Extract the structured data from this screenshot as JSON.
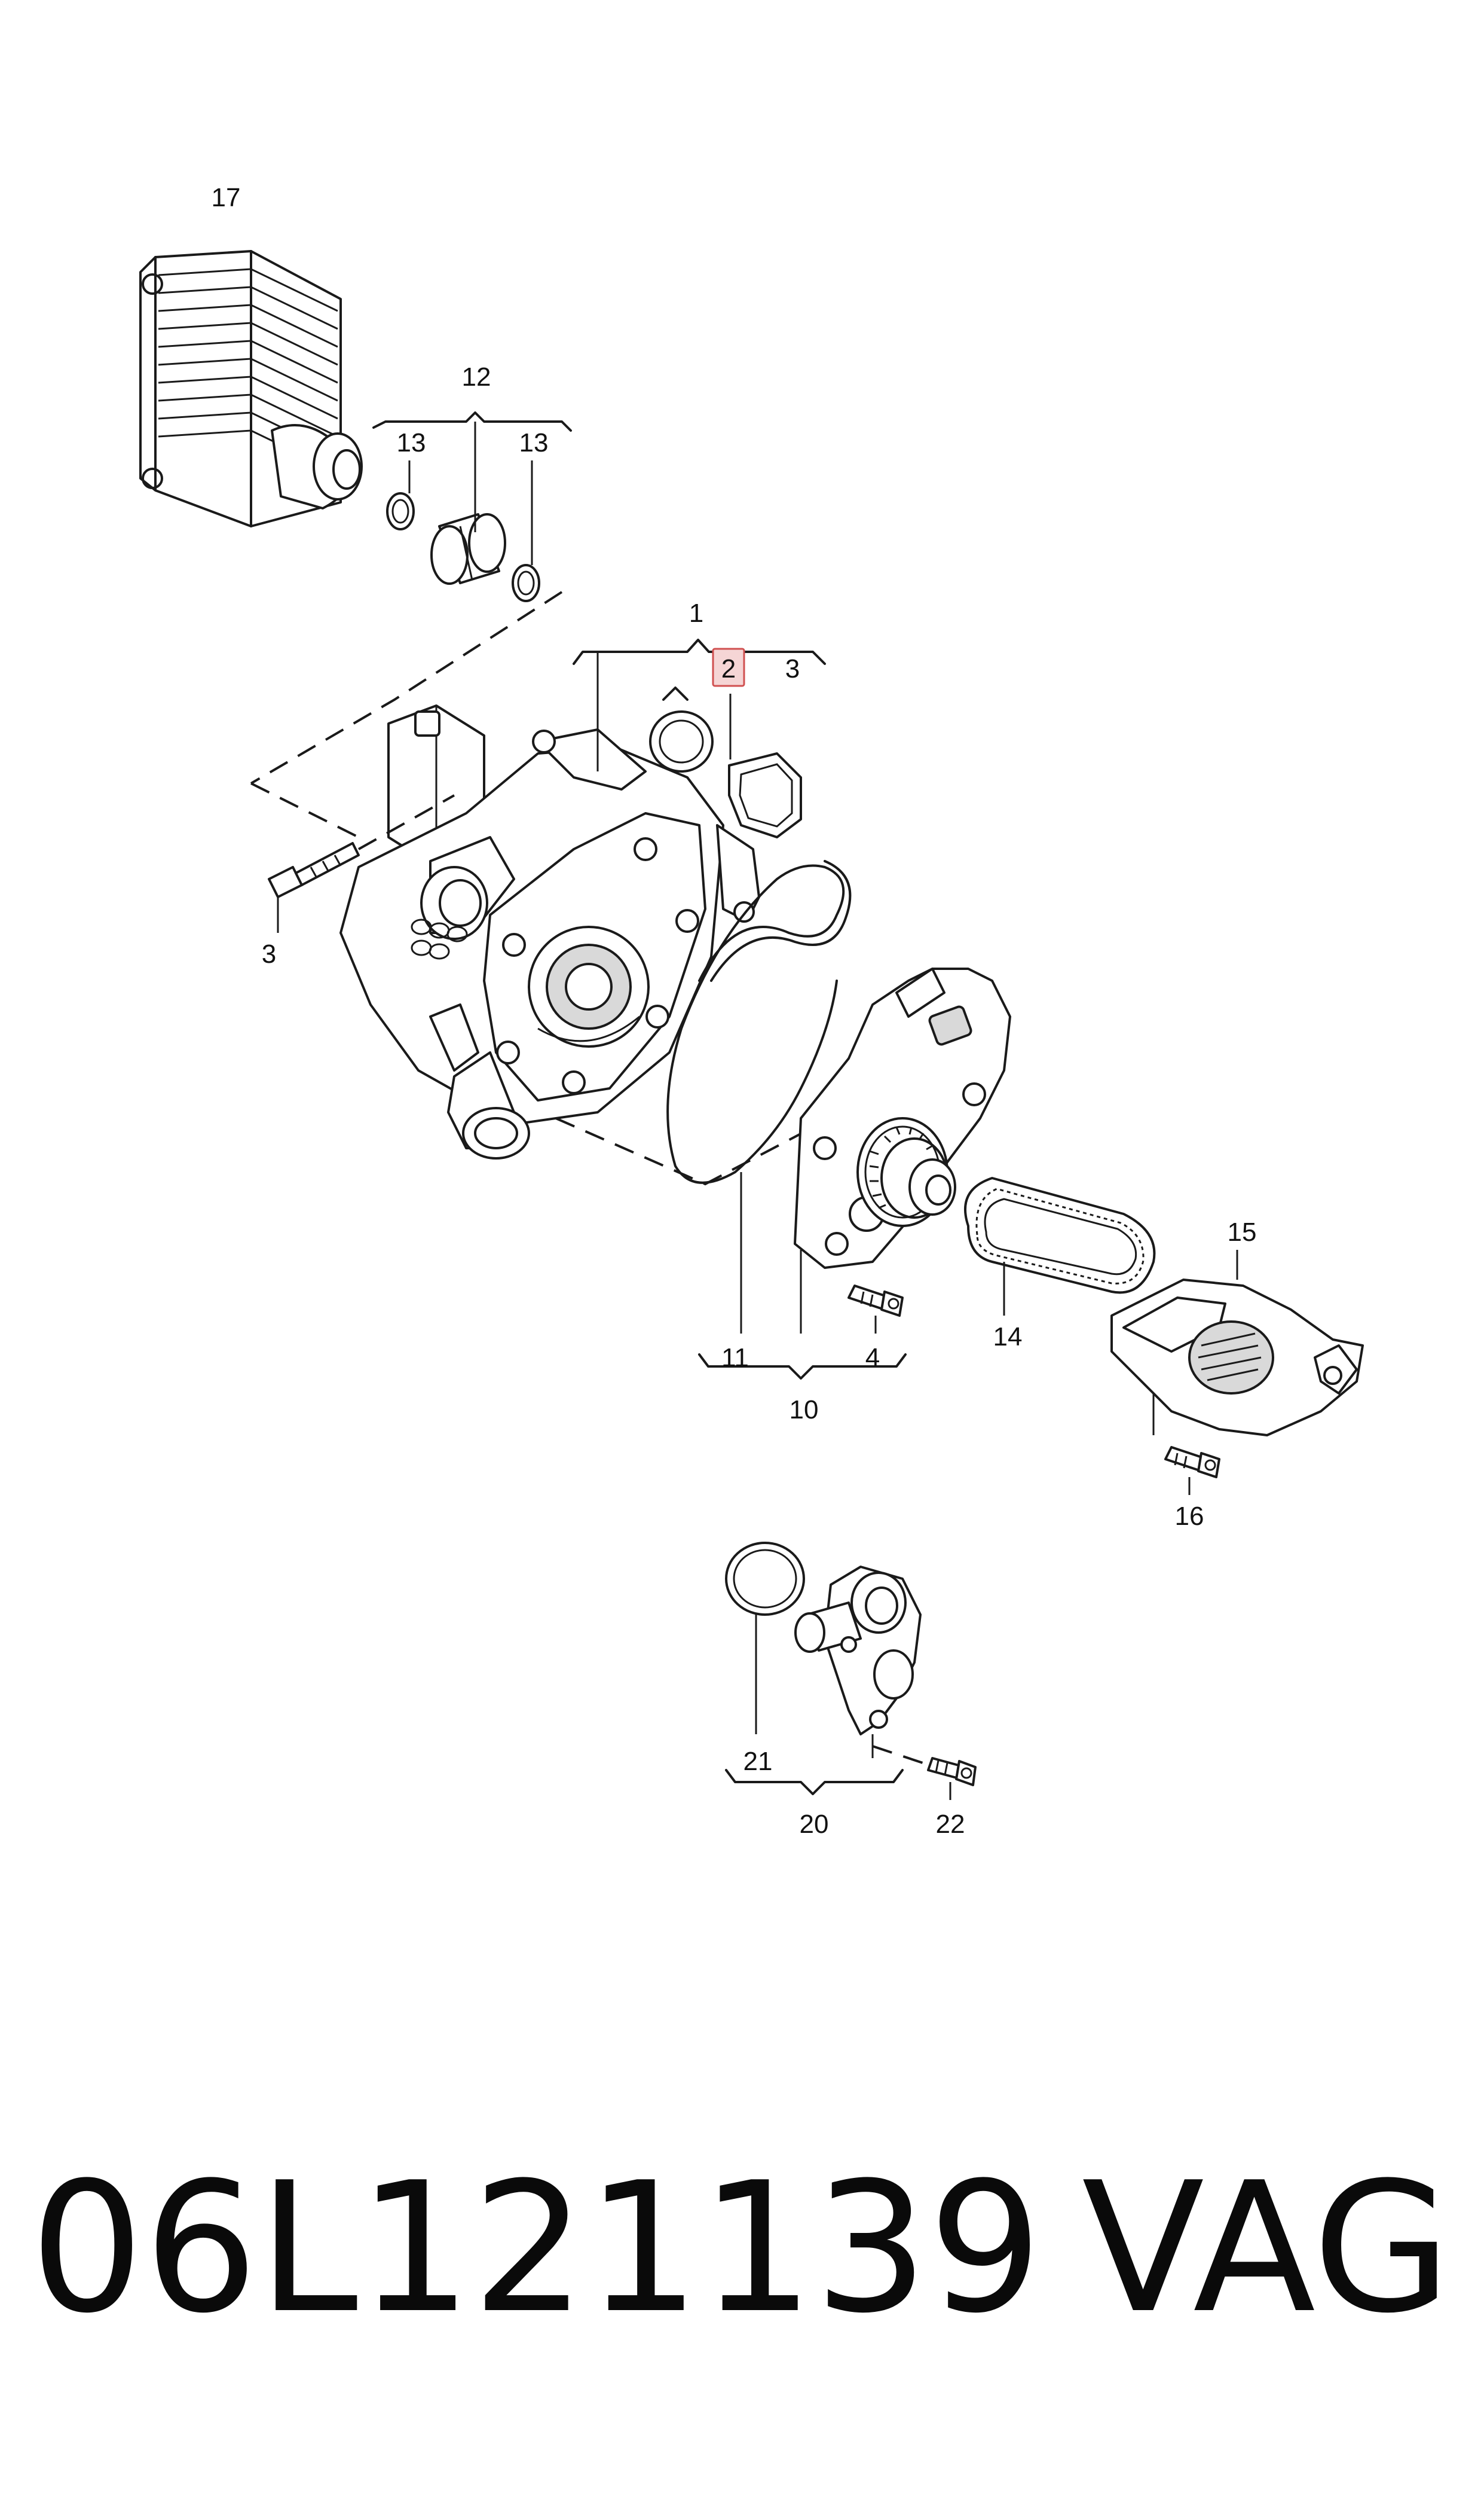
{
  "callouts": {
    "c1": "1",
    "c2": "2",
    "c3a": "3",
    "c3b": "3",
    "c4": "4",
    "c10": "10",
    "c11": "11",
    "c12": "12",
    "c13a": "13",
    "c13b": "13",
    "c14": "14",
    "c15": "15",
    "c16": "16",
    "c17": "17",
    "c20": "20",
    "c21": "21",
    "c22": "22"
  },
  "highlighted_callout": "2",
  "caption": {
    "part_number": "06L121139",
    "brand": "VAG"
  },
  "colors": {
    "line": "#1a1a1a",
    "highlight_fill": "#f5d5d5",
    "highlight_stroke": "#d05050"
  }
}
